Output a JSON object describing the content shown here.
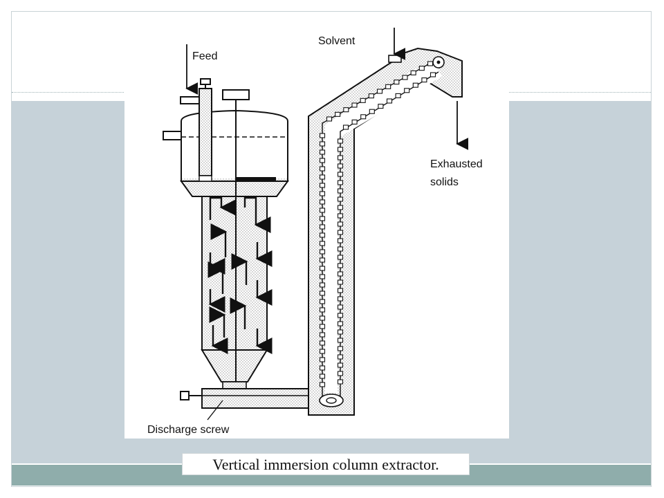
{
  "diagram": {
    "labels": {
      "feed": "Feed",
      "solvent": "Solvent",
      "exhausted_line1": "Exhausted",
      "exhausted_line2": "solids",
      "discharge": "Discharge screw"
    },
    "caption": "Vertical immersion column extractor."
  },
  "colors": {
    "band": "#c6d2d9",
    "footer": "#8fadab",
    "ink": "#111111",
    "stipple": "#b8b8b8"
  }
}
